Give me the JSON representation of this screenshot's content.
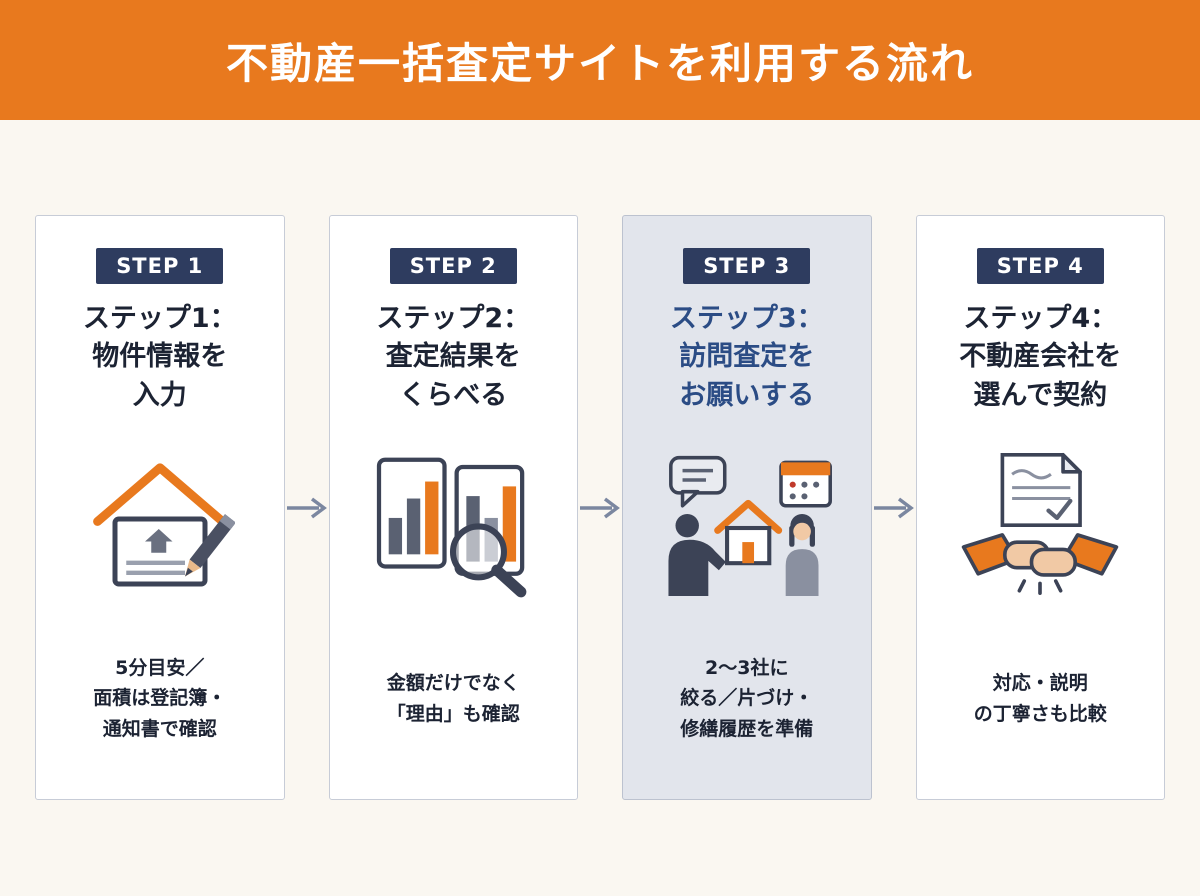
{
  "header": {
    "title": "不動産一括査定サイトを利用する流れ"
  },
  "steps": [
    {
      "badge": "STEP 1",
      "title": "ステップ1：\n物件情報を\n入力",
      "description": "5分目安／\n面積は登記簿・\n通知書で確認",
      "icon": "house-form-pencil-icon",
      "highlighted": false
    },
    {
      "badge": "STEP 2",
      "title": "ステップ2：\n査定結果を\nくらべる",
      "description": "金額だけでなく\n「理由」も確認",
      "icon": "bar-charts-magnifier-icon",
      "highlighted": false
    },
    {
      "badge": "STEP 3",
      "title": "ステップ3：\n訪問査定を\nお願いする",
      "description": "2〜3社に\n絞る／片づけ・\n修繕履歴を準備",
      "icon": "visit-consultation-icon",
      "highlighted": true
    },
    {
      "badge": "STEP 4",
      "title": "ステップ4：\n不動産会社を\n選んで契約",
      "description": "対応・説明\nの丁寧さも比較",
      "icon": "handshake-contract-icon",
      "highlighted": false
    }
  ],
  "colors": {
    "header_background": "#E8791E",
    "badge_background": "#2E3C5F",
    "card_background": "#FFFFFF",
    "highlight_card_background": "#E2E5EC",
    "highlight_title_color": "#2B4C85",
    "accent_orange": "#E8791E",
    "arrow_color": "#7B87A0",
    "page_background": "#FAF7F1"
  }
}
